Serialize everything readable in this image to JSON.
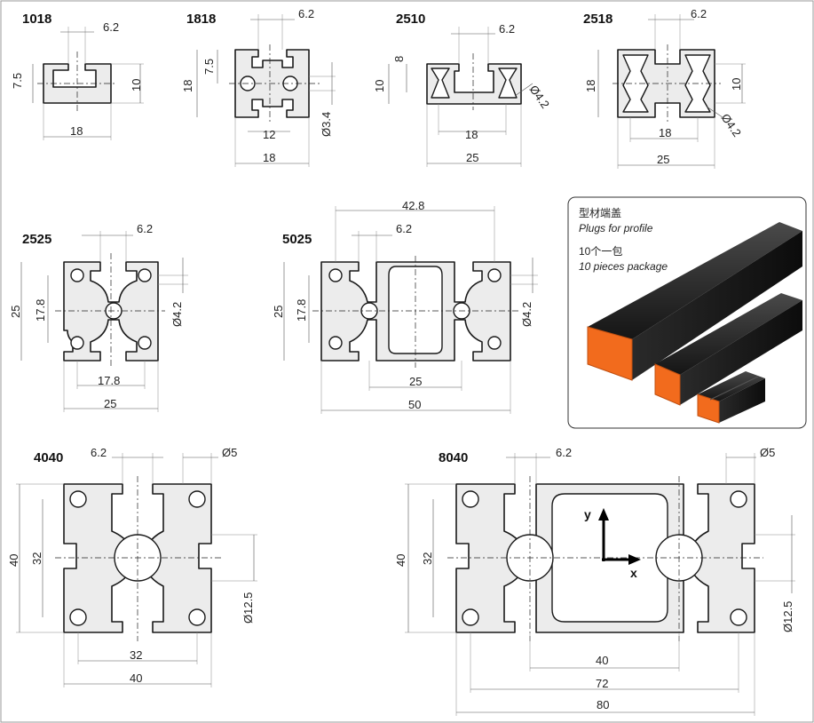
{
  "profiles": [
    {
      "name": "1018",
      "dims": {
        "slot": "6.2",
        "h_slot": "7.5",
        "height": "10",
        "width": "18"
      }
    },
    {
      "name": "1818",
      "dims": {
        "slot": "6.2",
        "h_slot": "7.5",
        "height": "18",
        "inner": "12",
        "hole": "Ø3.4",
        "width": "18"
      }
    },
    {
      "name": "2510",
      "dims": {
        "slot": "6.2",
        "h_slot": "8",
        "height": "10",
        "hole": "Ø4.2",
        "inner": "18",
        "width": "25"
      }
    },
    {
      "name": "2518",
      "dims": {
        "slot": "6.2",
        "height_left": "18",
        "height_right": "10",
        "hole": "Ø4.2",
        "inner": "18",
        "width": "25"
      }
    },
    {
      "name": "2525",
      "dims": {
        "slot": "6.2",
        "height": "25",
        "inner_v": "17.8",
        "hole": "Ø4.2",
        "inner_h": "17.8",
        "width": "25"
      }
    },
    {
      "name": "5025",
      "dims": {
        "top": "42.8",
        "slot": "6.2",
        "height": "25",
        "inner_v": "17.8",
        "hole": "Ø4.2",
        "inner_h": "25",
        "width": "50"
      }
    },
    {
      "name": "4040",
      "dims": {
        "slot": "6.2",
        "hole_small": "Ø5",
        "height": "40",
        "inner_v": "32",
        "hole_big": "Ø12.5",
        "inner_h": "32",
        "width": "40"
      }
    },
    {
      "name": "8040",
      "dims": {
        "slot": "6.2",
        "hole_small": "Ø5",
        "height": "40",
        "inner_v": "32",
        "hole_big": "Ø12.5",
        "inner_a": "40",
        "inner_b": "72",
        "width": "80",
        "axis_x": "x",
        "axis_y": "y"
      }
    }
  ],
  "plugs": {
    "title_cn": "型材端盖",
    "title_en": "Plugs for profile",
    "qty_cn": "10个一包",
    "qty_en": "10 pieces package"
  },
  "colors": {
    "profile_fill": "#ececec",
    "outline": "#1a1a1a",
    "plug_orange": "#f26b1d",
    "bar_black": "#1c1c1c"
  }
}
